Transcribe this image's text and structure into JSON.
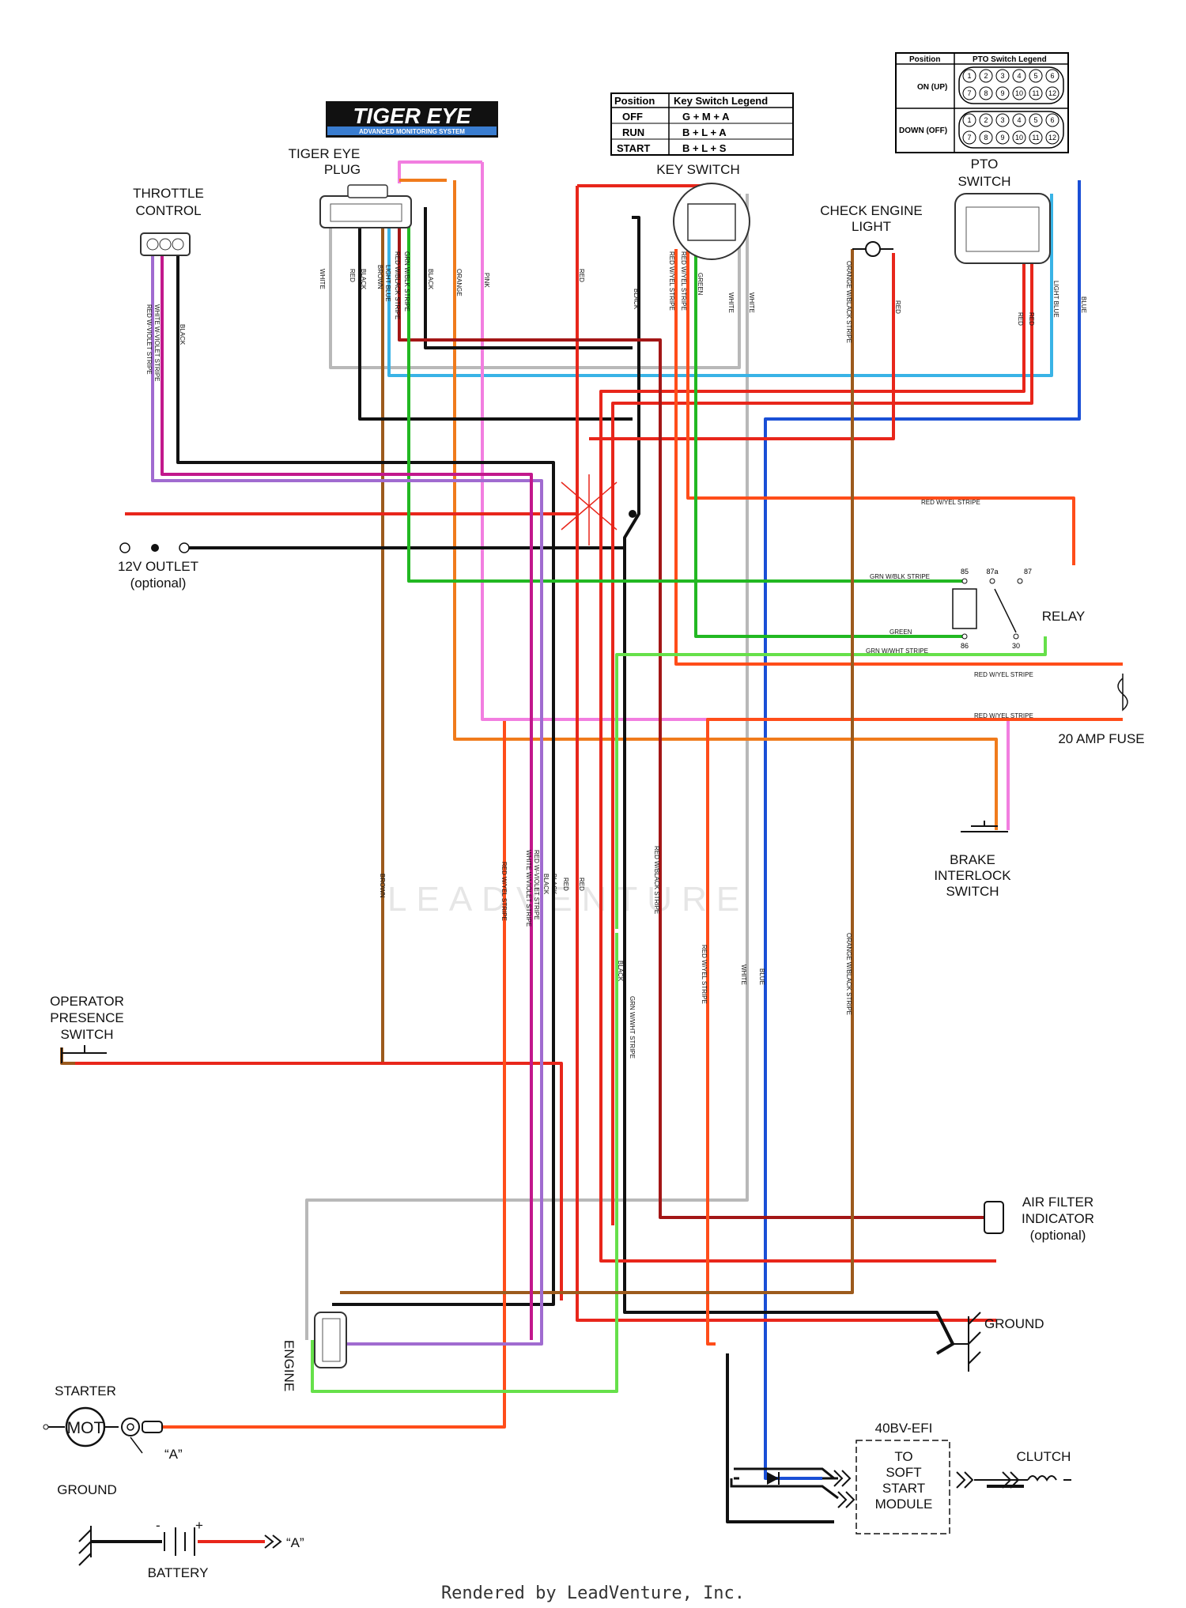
{
  "brand": {
    "logo_main": "TIGER EYE",
    "logo_sub": "ADVANCED MONITORING SYSTEM"
  },
  "components": {
    "tiger_eye_plug": [
      "TIGER EYE",
      "PLUG"
    ],
    "throttle_control": [
      "THROTTLE",
      "CONTROL"
    ],
    "key_switch": "KEY SWITCH",
    "check_engine_light": [
      "CHECK ENGINE",
      "LIGHT"
    ],
    "pto_switch": [
      "PTO",
      "SWITCH"
    ],
    "outlet": [
      "12V OUTLET",
      "(optional)"
    ],
    "relay": "RELAY",
    "fuse": "20 AMP FUSE",
    "brake_switch": [
      "BRAKE",
      "INTERLOCK",
      "SWITCH"
    ],
    "operator_switch": [
      "OPERATOR",
      "PRESENCE",
      "SWITCH"
    ],
    "air_filter": [
      "AIR FILTER",
      "INDICATOR",
      "(optional)"
    ],
    "ground_right": "GROUND",
    "engine": "ENGINE",
    "starter": "STARTER",
    "motor": "MOT",
    "marker_a": "“A”",
    "ground_left": "GROUND",
    "battery": "BATTERY",
    "battery_minus": "-",
    "battery_plus": "+",
    "module_title": "40BV-EFI",
    "module_text": [
      "TO",
      "SOFT",
      "START",
      "MODULE"
    ],
    "clutch": "CLUTCH"
  },
  "key_switch_legend": {
    "headers": [
      "Position",
      "Key Switch Legend"
    ],
    "rows": [
      [
        "OFF",
        "G + M + A"
      ],
      [
        "RUN",
        "B + L + A"
      ],
      [
        "START",
        "B + L + S"
      ]
    ]
  },
  "pto_switch_legend": {
    "headers": [
      "Position",
      "PTO Switch Legend"
    ],
    "rows": [
      "ON (UP)",
      "DOWN (OFF)"
    ],
    "pins": [
      "1",
      "2",
      "3",
      "4",
      "5",
      "6",
      "7",
      "8",
      "9",
      "10",
      "11",
      "12"
    ]
  },
  "relay_pins": [
    "85",
    "87a",
    "87",
    "86",
    "30"
  ],
  "key_pins": [
    "G",
    "B",
    "M",
    "L",
    "A",
    "S"
  ],
  "wire_labels": {
    "white": "WHITE",
    "red": "RED",
    "black": "BLACK",
    "brown": "BROWN",
    "light_blue": "LIGHT BLUE",
    "red_wblack": "RED W/BLACK STRIPE",
    "grn_wblk": "GRN W/BLK STRIPE",
    "orange": "ORANGE",
    "pink": "PINK",
    "red_wviolet": "RED W-VIOLET STRIPE",
    "white_wviolet": "WHITE W-VIOLET STRIPE",
    "red_wyel": "RED W/YEL STRIPE",
    "green": "GREEN",
    "orange_wblack": "ORANGE W/BLACK STRIPE",
    "blue": "BLUE",
    "grn_wblk_relay": "GRN W/BLK STRIPE",
    "grn_wwht": "GRN W/WHT STRIPE",
    "red_wyel_fuse": "RED W/YEL STRIPE",
    "white_wviolet_low": "WHITE W/VIOLET STRIPE",
    "red_wblack_low": "RED W/BLACK STRIPE",
    "grn_wwht_low": "GRN W/WHT STRIPE"
  },
  "watermark": "LEADVENTURE",
  "footer": "Rendered by LeadVenture, Inc.",
  "wire_colors": {
    "red": "#e8261b",
    "black": "#111111",
    "white": "#b8b8b8",
    "green": "#22b822",
    "lightgreen": "#66e04a",
    "orange": "#f07b1c",
    "pink": "#f27ee0",
    "brown": "#9c5a1c",
    "lightblue": "#39b3e6",
    "blue": "#1a4fd6",
    "darkred": "#a31616",
    "violet": "#a06bd0",
    "magenta": "#c2188c"
  }
}
